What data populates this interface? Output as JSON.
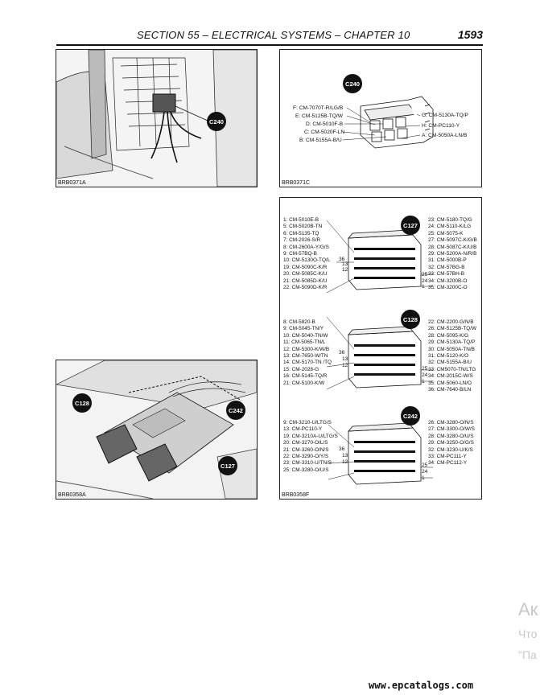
{
  "header": {
    "title": "SECTION 55 – ELECTRICAL SYSTEMS – CHAPTER 10",
    "page_number": "1593"
  },
  "figures": {
    "top_left": {
      "code": "BRB0371A",
      "badge": "C240"
    },
    "top_right": {
      "code": "BRB0371C",
      "badge": "C240",
      "left_labels": [
        "F: CM-7070T-R/LG/B",
        "E: CM-5125B-TQ/W",
        "D: CM-5010F-B",
        "C: CM-5020F-LN",
        "B: CM-5155A-B/U"
      ],
      "right_labels": [
        "G: CM-5130A-TQ/P",
        "H: CM-PC110-Y",
        "A: CM-5050A-LN/B"
      ]
    },
    "bottom_left": {
      "code": "BRB0358A",
      "badges": [
        "C128",
        "C242",
        "C127"
      ]
    },
    "bottom_right": {
      "code": "BRB0358F",
      "c127": {
        "badge": "C127",
        "left": [
          "1: CM-5010E-B",
          "5: CM-5020B-TN",
          "6: CM-5135-TQ",
          "7: CM-2026-S/R",
          "8: CM-2600A-Y/G/S",
          "9: CM-57BQ-B",
          "10: CM-5130O-TQ/L",
          "19: CM-5090C-K/R",
          "20: CM-5085C-K/U",
          "21: CM-5085D-K/U",
          "22: CM-5090D-K/R"
        ],
        "right": [
          "23: CM-5180-TQ/G",
          "24: CM-5110-K/LG",
          "25: CM-5075-K",
          "27: CM-5097C-K/G/B",
          "28: CM-5087C-K/U/B",
          "29: CM-5200A-N/R/B",
          "31: CM-5000B-P",
          "32: CM-57BG-B",
          "33: CM-57BH-B",
          "34: CM-3200B-O",
          "35: CM-3200C-O"
        ],
        "pins": {
          "tl": "36",
          "ml": "13",
          "bl": "12",
          "tr": "25",
          "mr": "24",
          "br": "1"
        }
      },
      "c128": {
        "badge": "C128",
        "left": [
          "8: CM-5820-B",
          "9: CM-5045-TN/Y",
          "10: CM-5040-TN/W",
          "11: CM-5065-TN/L",
          "12: CM-5300-K/W/B",
          "13: CM-7650-W/TN",
          "14: CM-5170-TN /TQ",
          "15: CM-2028-G",
          "16: CM-5145-TQ/R",
          "21: CM-5100-K/W"
        ],
        "right": [
          "22: CM-2200-G/N/B",
          "26: CM-5125B-TQ/W",
          "28: CM-5095-K/G",
          "29: CM-5130A-TQ/P",
          "30: CM-5050A-TN/B",
          "31: CM-5120-K/O",
          "32: CM-5155A-B/U",
          "33: CM5070-TN/LTG",
          "34: CM-2015C-W/S",
          "35: CM-5060-LN/O",
          "36: CM-7640-B/LN"
        ],
        "pins": {
          "tl": "36",
          "ml": "13",
          "bl": "12",
          "tr": "25",
          "mr": "24",
          "br": "1"
        }
      },
      "c242": {
        "badge": "C242",
        "left": [
          "9: CM-3210-U/LTG/S",
          "13: CM-PC110-Y",
          "19: CM-3210A-U/LTG/S",
          "20: CM-3270-O/L/S",
          "21: CM-3260-O/N/S",
          "22: CM-3290-O/Y/S",
          "23: CM-3310-U/TN/S",
          "25: CM-3280-O/U/S"
        ],
        "right": [
          "26: CM-3280-O/N/S",
          "27: CM-3300-O/W/S",
          "28: CM-3280-O/U/S",
          "29: CM-3250-O/G/S",
          "32: CM-3230-U/K/S",
          "33: CM-PC111-Y",
          "34: CM-PC112-Y"
        ],
        "pins": {
          "tl": "36",
          "ml": "13",
          "bl": "12",
          "tr": "25",
          "mr": "24",
          "br": "1"
        }
      }
    }
  },
  "watermark": {
    "line1": "Ак",
    "line2": "Что",
    "line3": "\"Па"
  },
  "footer": {
    "url": "www.epcatalogs.com"
  }
}
